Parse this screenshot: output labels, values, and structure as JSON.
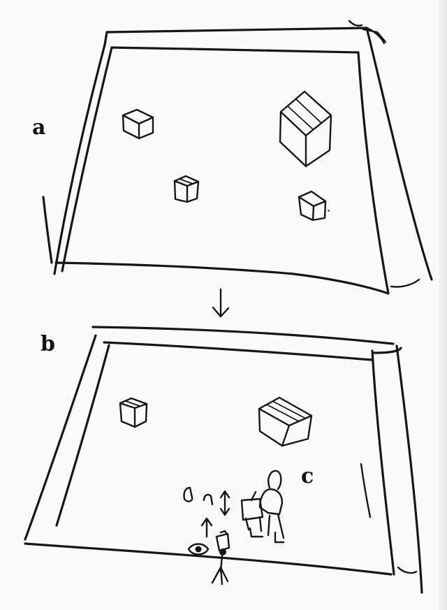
{
  "sketch": {
    "labels": {
      "a": "a",
      "b": "b",
      "c": "c"
    },
    "ink_color": "#161616",
    "paper_color": "#fbfbfa"
  }
}
